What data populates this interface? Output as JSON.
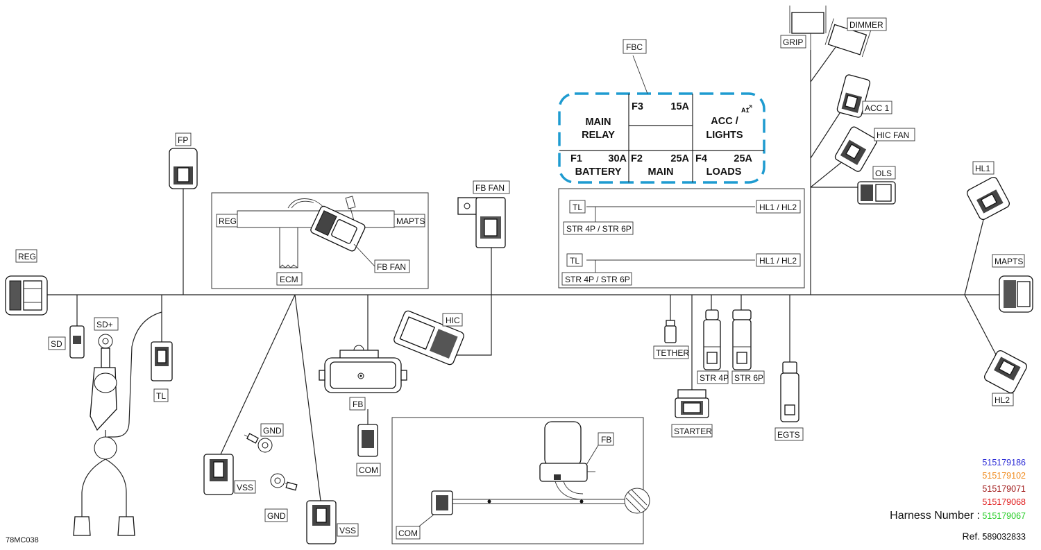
{
  "diagram": {
    "code": "78MC038",
    "fbc": {
      "tag": "FBC",
      "main_relay_1": "MAIN",
      "main_relay_2": "RELAY",
      "f3": "F3",
      "f3_rating": "15A",
      "acc_1": "ACC /",
      "acc_2": "LIGHTS",
      "a1": "A1",
      "f1": "F1",
      "f1_rating": "30A",
      "f1_name": "BATTERY",
      "f2": "F2",
      "f2_rating": "25A",
      "f2_name": "MAIN",
      "f4": "F4",
      "f4_rating": "25A",
      "f4_name": "LOADS"
    },
    "labels": {
      "reg": "REG",
      "fp": "FP",
      "sd": "SD",
      "sd_plus": "SD+",
      "tl": "TL",
      "fb_fan": "FB FAN",
      "hic": "HIC",
      "fb": "FB",
      "com": "COM",
      "gnd": "GND",
      "vss": "VSS",
      "tether": "TETHER",
      "starter": "STARTER",
      "str4p": "STR 4P",
      "str6p": "STR 6P",
      "egts": "EGTS",
      "grip": "GRIP",
      "dimmer": "DIMMER",
      "acc1": "ACC 1",
      "hic_fan": "HIC FAN",
      "ols": "OLS",
      "hl1": "HL1",
      "hl2": "HL2",
      "mapts": "MAPTS"
    },
    "inset1": {
      "reg": "REG",
      "mapts": "MAPTS",
      "ecm": "ECM",
      "fb_fan": "FB FAN"
    },
    "inset_tl": {
      "tl": "TL",
      "hl": "HL1 / HL2",
      "str": "STR 4P / STR 6P"
    },
    "inset_com": {
      "fb": "FB",
      "com": "COM"
    },
    "harness": {
      "label": "Harness Number :",
      "numbers": [
        {
          "value": "515179186",
          "color": "#2b2bd6"
        },
        {
          "value": "515179102",
          "color": "#f08a1c"
        },
        {
          "value": "515179071",
          "color": "#a01818"
        },
        {
          "value": "515179068",
          "color": "#e01818"
        },
        {
          "value": "515179067",
          "color": "#22cc22"
        }
      ],
      "ref_label": "Ref. :",
      "ref_value": "589032833"
    },
    "colors": {
      "fbc_outline": "#1e9bd0",
      "wire": "#222222"
    }
  }
}
